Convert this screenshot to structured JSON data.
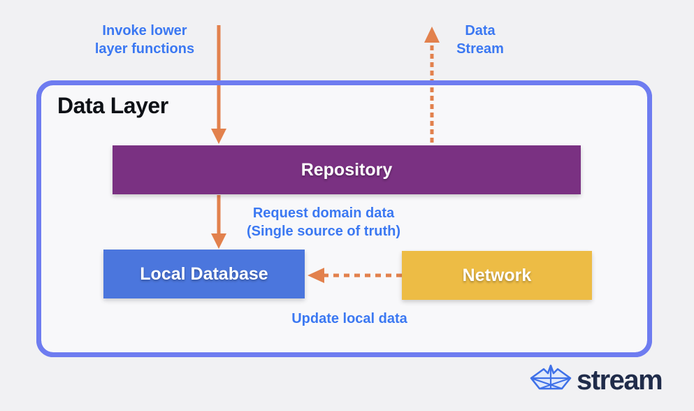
{
  "page": {
    "background": "#f1f1f3"
  },
  "diagram": {
    "title": "Data Layer",
    "container_border_color": "#6e7cf0",
    "arrow_color": "#e2814d",
    "annotation_text_color": "#3b78f2",
    "nodes": [
      {
        "id": "repository",
        "label": "Repository",
        "color": "#7a3182"
      },
      {
        "id": "local_database",
        "label": "Local Database",
        "color": "#4b76dd"
      },
      {
        "id": "network",
        "label": "Network",
        "color": "#edbc45"
      }
    ],
    "edges": [
      {
        "from": "upper-layer",
        "to": "repository",
        "style": "solid",
        "direction": "down",
        "label": "Invoke lower\nlayer functions"
      },
      {
        "from": "repository",
        "to": "upper-layer",
        "style": "dashed",
        "direction": "up",
        "label": "Data\nStream"
      },
      {
        "from": "repository",
        "to": "local_database",
        "style": "solid",
        "direction": "down",
        "label": "Request domain data\n(Single source of truth)"
      },
      {
        "from": "network",
        "to": "local_database",
        "style": "dashed",
        "direction": "left",
        "label": "Update local data"
      }
    ]
  },
  "logo": {
    "brand": "stream",
    "icon": "paper-boat-icon",
    "icon_color": "#3f71e8",
    "text_color": "#202c4a"
  }
}
